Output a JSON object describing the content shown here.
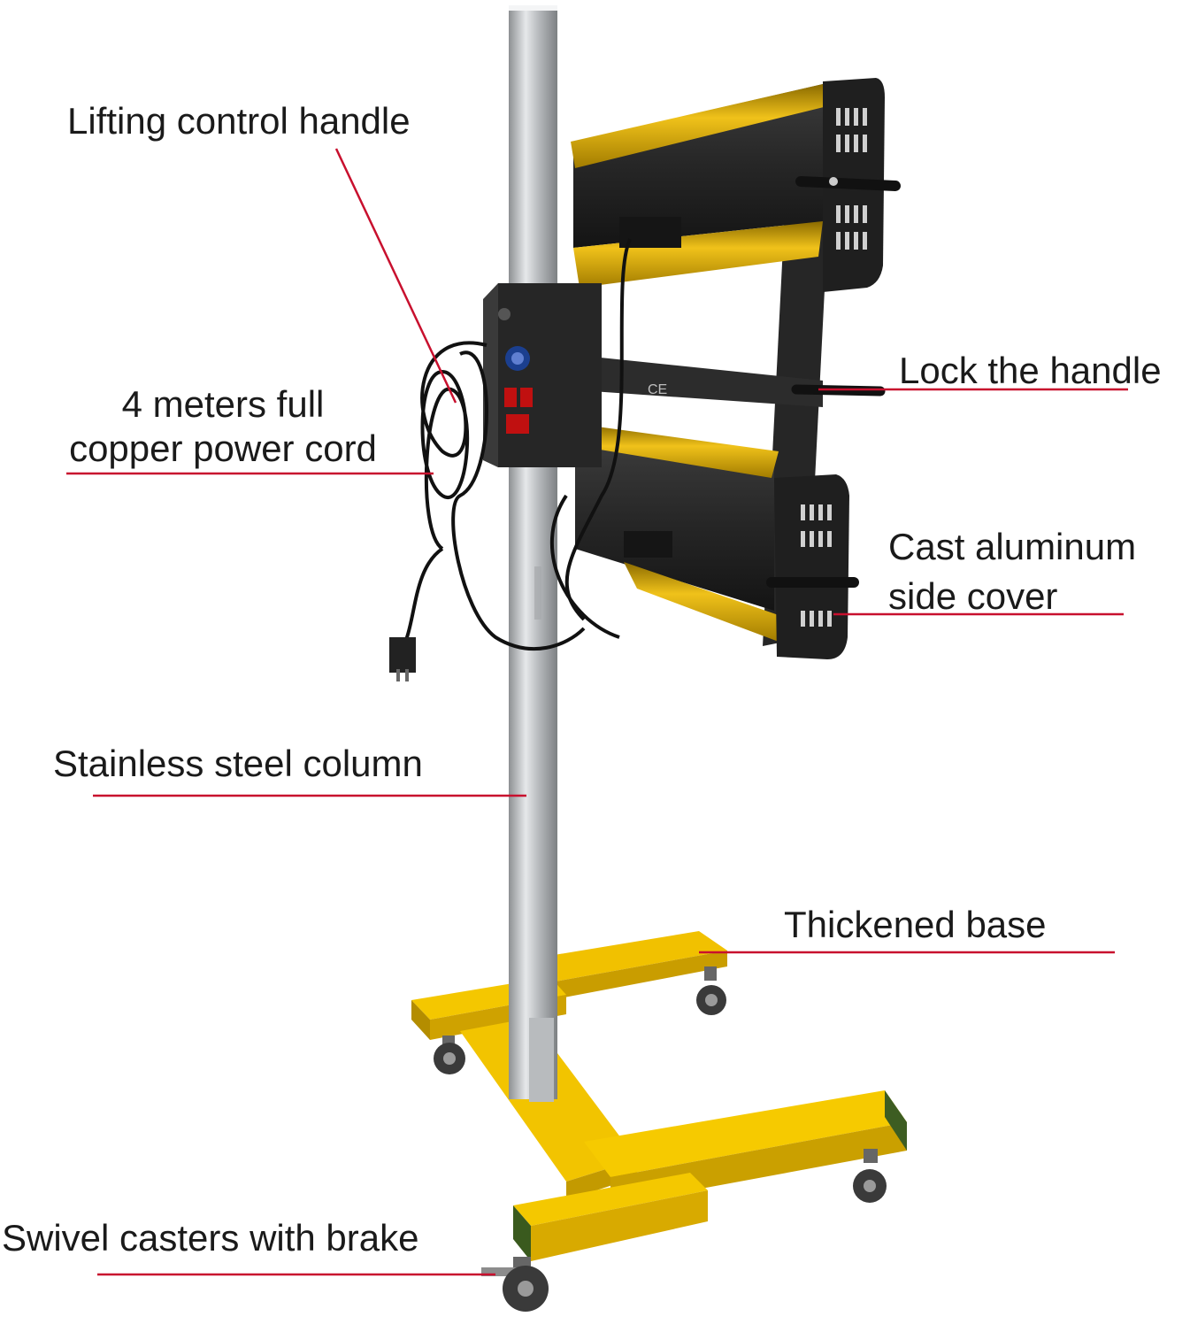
{
  "labels": {
    "lifting_control_handle": "Lifting control handle",
    "power_cord_line1": "4 meters full",
    "power_cord_line2": "copper power cord",
    "lock_the_handle": "Lock the handle",
    "cast_aluminum_line1": "Cast aluminum",
    "cast_aluminum_line2": "side cover",
    "stainless_steel_column": "Stainless steel column",
    "thickened_base": "Thickened base",
    "swivel_casters": "Swivel casters with brake"
  },
  "product_markings": {
    "ce_mark": "CE"
  },
  "colors": {
    "background": "#ffffff",
    "leader_line": "#c8102e",
    "base_yellow": "#f2c200",
    "reflector_gold": "#d9a80c",
    "lamp_body": "#2b2b2b",
    "column_steel": "#c9cbcd",
    "label_text": "#1a1a1a"
  }
}
